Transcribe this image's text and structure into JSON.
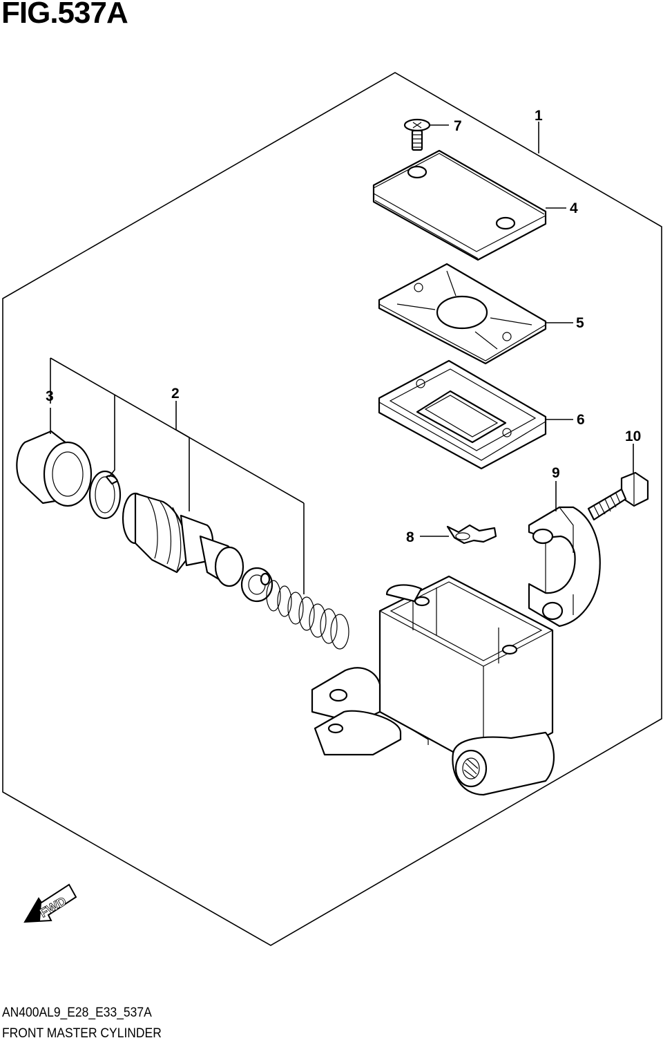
{
  "figure": {
    "title": "FIG.537A",
    "code": "AN400AL9_E28_E33_537A",
    "name": "FRONT MASTER CYLINDER",
    "fwd_label": "FWD"
  },
  "callouts": [
    {
      "id": "c1",
      "label": "1"
    },
    {
      "id": "c2",
      "label": "2"
    },
    {
      "id": "c3",
      "label": "3"
    },
    {
      "id": "c4",
      "label": "4"
    },
    {
      "id": "c5",
      "label": "5"
    },
    {
      "id": "c6",
      "label": "6"
    },
    {
      "id": "c7",
      "label": "7"
    },
    {
      "id": "c8",
      "label": "8"
    },
    {
      "id": "c9",
      "label": "9"
    },
    {
      "id": "c10",
      "label": "10"
    }
  ],
  "icons": {
    "fwd_arrow": "fwd-arrow-icon"
  }
}
